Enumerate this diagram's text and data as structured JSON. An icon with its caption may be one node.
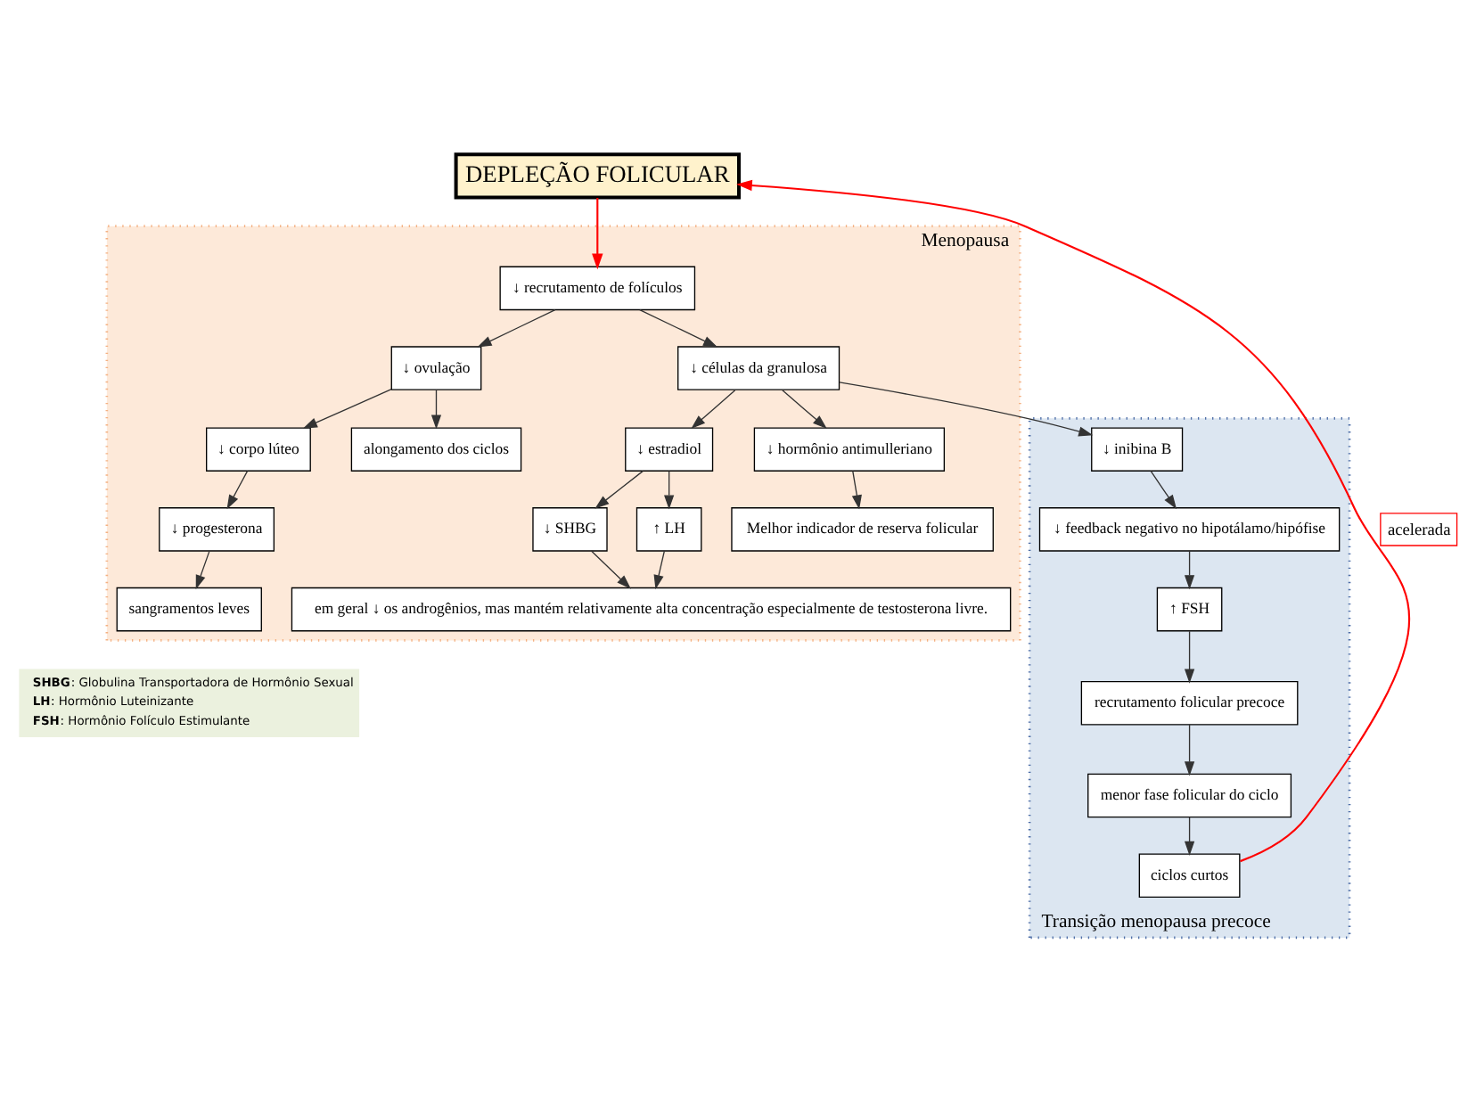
{
  "diagram": {
    "nodes": [
      {
        "text": [
          "DEPLEÇÃO FOLICULAR"
        ]
      },
      {
        "text": [
          "Transição menopausa precoce"
        ]
      },
      {
        "text": [
          "Menopausa"
        ]
      },
      {
        "text": [
          "↓ recrutamento de folículos"
        ],
        "in": 2
      },
      {
        "text": [
          "↓ ovulação"
        ],
        "in": 2
      },
      {
        "text": [
          "↓ células da granulosa"
        ],
        "in": 2
      },
      {
        "text": [
          "↓ corpo lúteo"
        ],
        "in": 2
      },
      {
        "text": [
          "alongamento dos ciclos"
        ],
        "in": 2
      },
      {
        "text": [
          "↓ inibina B"
        ],
        "in": 1
      },
      {
        "text": [
          "↓ estradiol"
        ],
        "in": 2
      },
      {
        "text": [
          "↓ hormônio antimulleriano"
        ],
        "in": 2
      },
      {
        "text": [
          "↓ progesterona"
        ],
        "in": 2
      },
      {
        "text": [
          "↓ feedback negativo no hipotálamo/hipófise"
        ],
        "in": 1
      },
      {
        "text": [
          "Melhor indicador de reserva folicular"
        ],
        "in": 2
      },
      {
        "text": [
          "sangramentos leves"
        ],
        "in": 2
      },
      {
        "text": [
          "↑ FSH"
        ],
        "in": 1
      },
      {
        "text": [
          "↓ SHBG"
        ],
        "in": 2
      },
      {
        "text": [
          "↑ LH"
        ],
        "in": 2
      },
      {
        "text": [
          "recrutamento folicular precoce"
        ],
        "in": 1
      },
      {
        "text": [
          "em geral ↓ os androgênios, mas mantém relativamente alta concentração especialmente de testosterona livre."
        ],
        "in": 2
      },
      {
        "text": [
          "menor fase folicular do ciclo"
        ],
        "in": 1
      },
      {
        "text": [
          "ciclos curtos"
        ],
        "in": 1
      }
    ],
    "edges": [
      {
        "from": 0,
        "to": 3,
        "arrow": "to",
        "color": "#ff0000"
      },
      {
        "from": 3,
        "to": 4,
        "arrow": "to"
      },
      {
        "from": 3,
        "to": 5,
        "arrow": "to"
      },
      {
        "from": 5,
        "to": 8,
        "arrow": "to"
      },
      {
        "from": 5,
        "to": 9,
        "arrow": "to"
      },
      {
        "from": 5,
        "to": 10,
        "arrow": "to"
      },
      {
        "from": 4,
        "to": 6,
        "arrow": "to"
      },
      {
        "from": 4,
        "to": 7,
        "arrow": "to"
      },
      {
        "from": 6,
        "to": 11,
        "arrow": "to"
      },
      {
        "from": 11,
        "to": 14,
        "arrow": "to"
      },
      {
        "from": 10,
        "to": 13,
        "arrow": "to"
      },
      {
        "from": 9,
        "to": 16,
        "arrow": "to"
      },
      {
        "from": 9,
        "to": 17,
        "arrow": "to"
      },
      {
        "from": 16,
        "to": 19,
        "arrow": "to"
      },
      {
        "from": 17,
        "to": 19,
        "arrow": "to"
      },
      {
        "from": 8,
        "to": 12,
        "arrow": "to"
      },
      {
        "from": 12,
        "to": 15,
        "arrow": "to"
      },
      {
        "from": 15,
        "to": 18,
        "arrow": "to"
      },
      {
        "from": 18,
        "to": 20,
        "arrow": "to"
      },
      {
        "from": 20,
        "to": 21,
        "arrow": "to"
      },
      {
        "from": 21,
        "to": 0,
        "arrow": "to",
        "label": "acelerada",
        "color": "#ff0000"
      }
    ],
    "labels": [
      "**SHBG**: Globulina Transportadora de Hormônio Sexual",
      "**LH**: Hormônio Luteinizante",
      "**FSH**: Hormônio Folículo Estimulante"
    ]
  }
}
